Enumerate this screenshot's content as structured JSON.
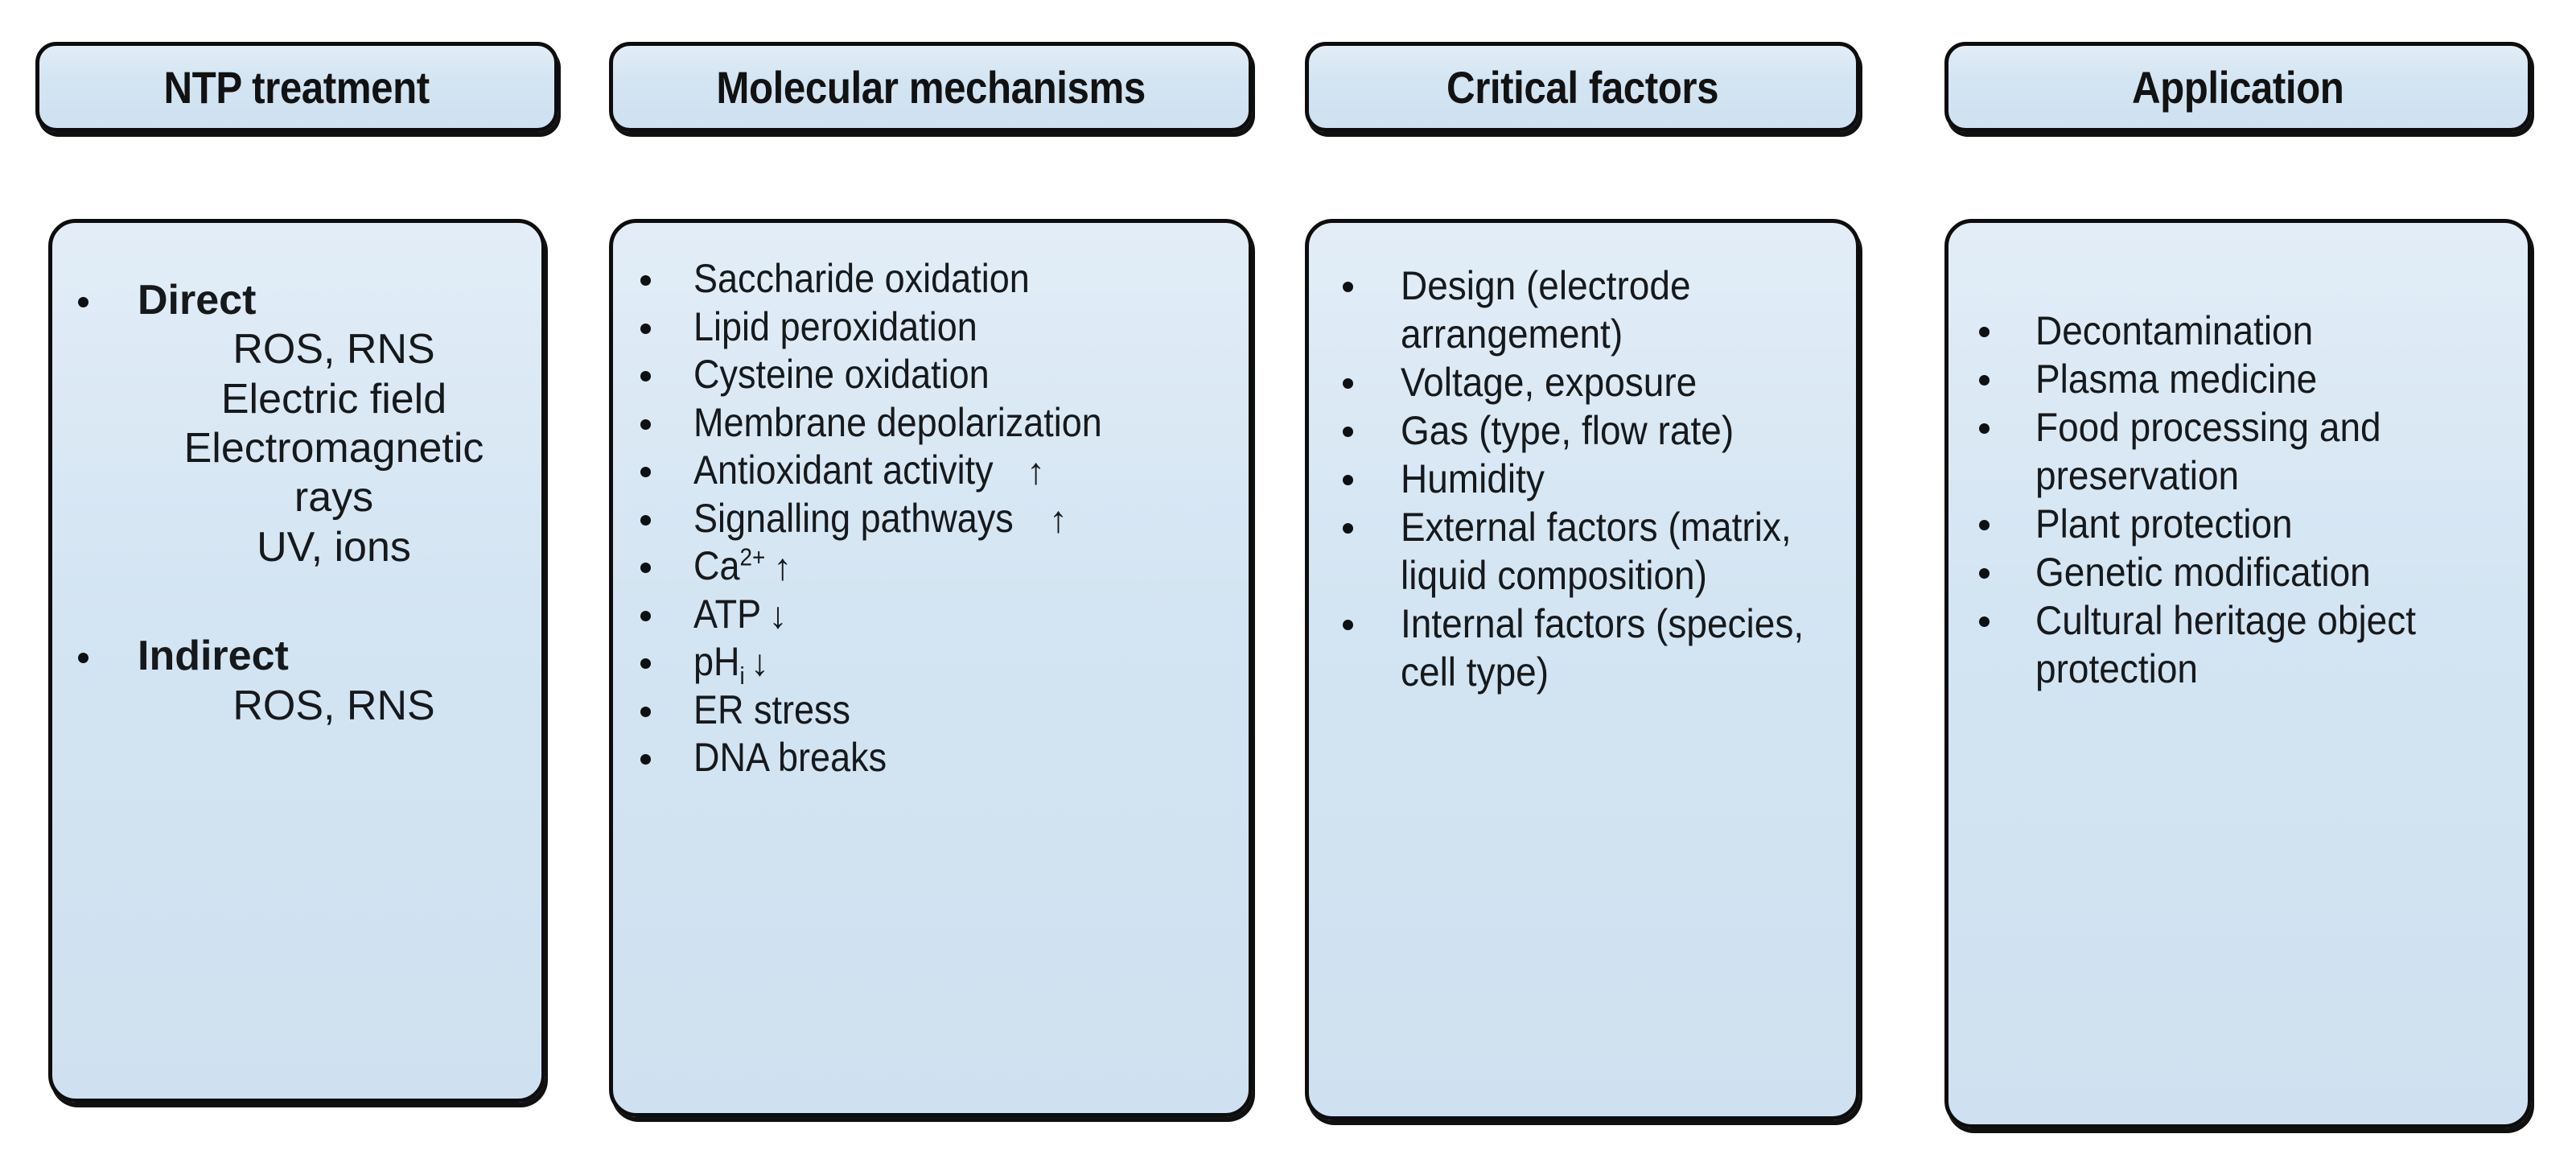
{
  "diagram": {
    "title": "NTP treatment concept map",
    "background_color": "#ffffff",
    "panel_fill_color": "#d3e4f2",
    "panel_border_color": "#0d0d0d",
    "text_color": "#16191c"
  },
  "columns": [
    {
      "id": "ntp-treatment",
      "header": "NTP treatment",
      "groups": [
        {
          "label": "Direct",
          "bold": true,
          "items": [
            "ROS, RNS",
            "Electric field",
            "Electromagnetic",
            "rays",
            "UV, ions"
          ]
        },
        {
          "label": "Indirect",
          "bold": true,
          "items": [
            "ROS, RNS"
          ]
        }
      ]
    },
    {
      "id": "molecular-mechanisms",
      "header": "Molecular mechanisms",
      "items": [
        {
          "text": "Saccharide oxidation",
          "arrow": ""
        },
        {
          "text": "Lipid peroxidation",
          "arrow": ""
        },
        {
          "text": "Cysteine oxidation",
          "arrow": ""
        },
        {
          "text": "Membrane depolarization",
          "arrow": ""
        },
        {
          "text": "Antioxidant activity",
          "arrow": "up"
        },
        {
          "text": "Signalling pathways",
          "arrow": "up"
        },
        {
          "text": "Ca2+",
          "html": "Ca<sup class=\"chg\">2+</sup>",
          "arrow": "up"
        },
        {
          "text": "ATP",
          "arrow": "down"
        },
        {
          "text": "pHi",
          "html": "pH<sub class=\"idx\">i</sub>",
          "arrow": "down"
        },
        {
          "text": "ER stress",
          "arrow": ""
        },
        {
          "text": "DNA breaks",
          "arrow": ""
        }
      ]
    },
    {
      "id": "critical-factors",
      "header": "Critical factors",
      "items": [
        {
          "text": "Design (electrode arrangement)"
        },
        {
          "text": "Voltage, exposure"
        },
        {
          "text": "Gas (type, flow rate)"
        },
        {
          "text": "Humidity"
        },
        {
          "text": "External factors (matrix, liquid composition)"
        },
        {
          "text": "Internal factors (species, cell type)"
        }
      ]
    },
    {
      "id": "application",
      "header": "Application",
      "items": [
        {
          "text": "Decontamination"
        },
        {
          "text": "Plasma medicine"
        },
        {
          "text": "Food processing and preservation"
        },
        {
          "text": "Plant protection"
        },
        {
          "text": "Genetic modification"
        },
        {
          "text": "Cultural heritage object protection"
        }
      ]
    }
  ],
  "glyphs": {
    "bullet": "•",
    "arrow_up": "↑",
    "arrow_down": "↓"
  }
}
